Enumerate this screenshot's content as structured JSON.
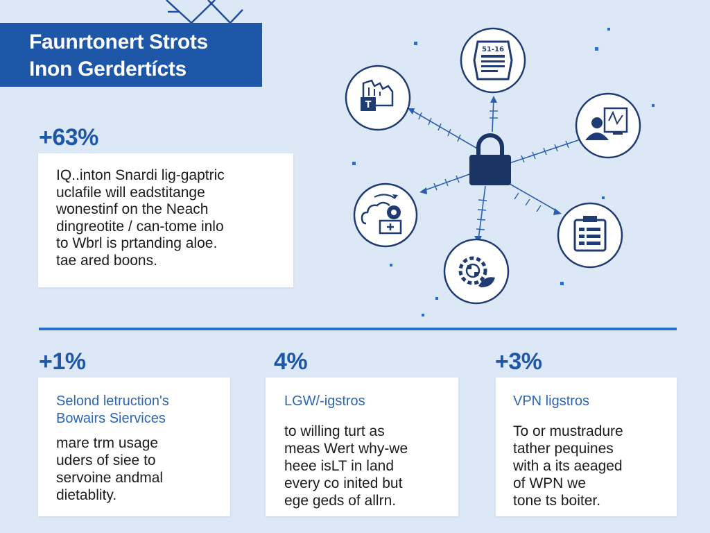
{
  "title": {
    "lines": [
      "Faunrtonert Strots",
      "Inon Gerdertícts"
    ]
  },
  "main_stat": {
    "value": "+63%",
    "body_lines": [
      "IQ..inton Snardi lig-gaptric",
      "uclafile will eadstitange",
      "wonestinf on the Neach",
      "dingreotite / can-tome inlo",
      "to Wbrl is prtanding aloe.",
      "tae ared boons."
    ]
  },
  "cards": [
    {
      "stat": "+1%",
      "title_lines": [
        "Selond letruction's",
        "Bowairs Siervices"
      ],
      "body_lines": [
        "mare trm usage",
        "uders of siee to",
        "servoine andmal",
        "dietablity."
      ]
    },
    {
      "stat": "4%",
      "title_lines": [
        "LGW/-igstros"
      ],
      "body_lines": [
        "to willing turt as",
        "meas Wert why-we",
        "heee isLT in land",
        "every co inited but",
        "ege geds of allrn."
      ]
    },
    {
      "stat": "+3%",
      "title_lines": [
        "VPN ligstros"
      ],
      "body_lines": [
        "To or mustradure",
        "tather pequines",
        "with a its aeaged",
        "of WPN we",
        "tone ts boiter."
      ]
    }
  ],
  "diagram": {
    "document_label": "51-16",
    "icons": [
      "lock-icon",
      "document-icon",
      "cloud-folder-icon",
      "user-monitor-icon",
      "cloud-gear-icon",
      "clipboard-icon",
      "gear-leaf-icon"
    ]
  },
  "colors": {
    "background": "#dde8f6",
    "banner": "#1e56a8",
    "accent": "#1e56a8",
    "subtitle": "#2a66b4",
    "divider": "#2a6fd0",
    "icon_stroke": "#1f3b73"
  }
}
